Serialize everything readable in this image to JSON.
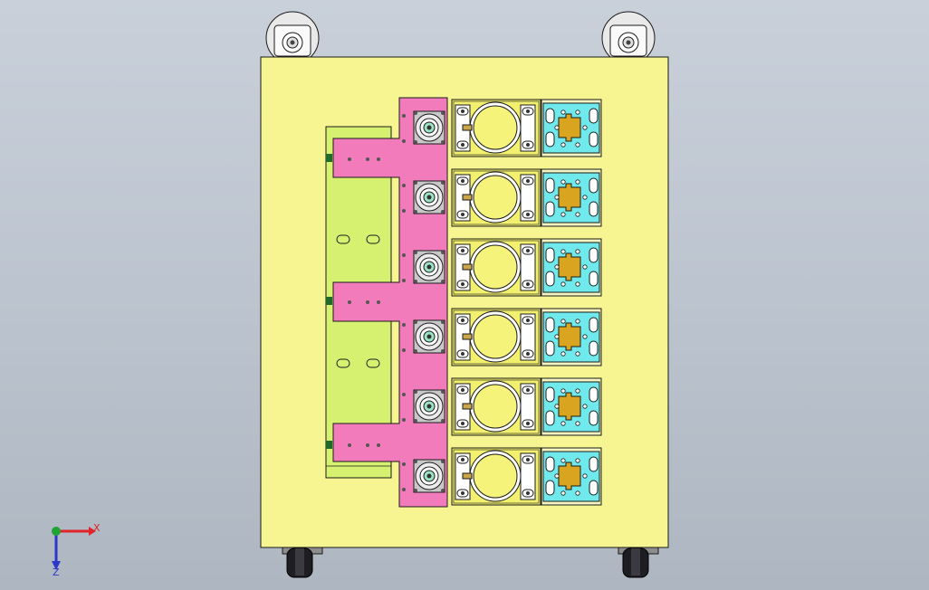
{
  "viewport": {
    "background_top": "#c9d0da",
    "background_bottom": "#aeb6c1"
  },
  "model": {
    "stations": 6,
    "colors": {
      "base_plate": "#f6f591",
      "slide_plate": "#d6f070",
      "manifold": "#f27bbc",
      "clamp_block": "#f2f06e",
      "nest_block": "#6fe9ec",
      "nest_insert": "#d9a521",
      "wheel": "#1e1e22",
      "outline": "#1a1a1a"
    }
  },
  "triad": {
    "x_label": "X",
    "z_label": "Z",
    "x_color": "#e0242a",
    "y_color": "#21a335",
    "z_color": "#2b38c8",
    "icon": "coordinate-triad-icon"
  }
}
